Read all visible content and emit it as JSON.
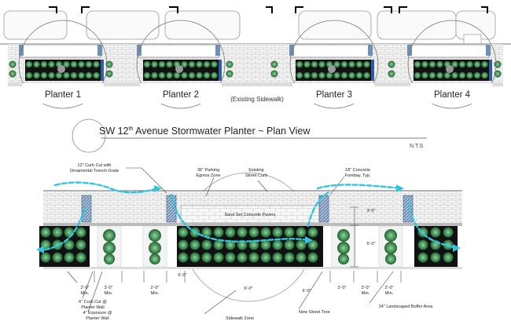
{
  "title": {
    "main": "SW 12",
    "sup": "th",
    "rest": " Avenue Stormwater Planter ~ Plan View"
  },
  "scale_note": "N.T.S",
  "planters": [
    "Planter 1",
    "Planter 2",
    "Planter 3",
    "Planter 4"
  ],
  "existing_sidewalk": "(Existing Sidewalk)",
  "callouts": {
    "curb_cut_trench_line1": "12\" Curb Cut with",
    "curb_cut_trench_line2": "Ornamental Trench Grate",
    "parking_egress_line1": "36\" Parking",
    "parking_egress_line2": "Egress Zone",
    "existing_curb_line1": "Existing",
    "existing_curb_line2": "Street Curb",
    "forebay_line1": "18\" Concrete",
    "forebay_line2": "Forebay, Typ.",
    "pavers": "Sand Set Concrete Pavers",
    "curb_cut_wall_line1": "6\" Curb Cut @",
    "curb_cut_wall_line2": "Planter Wall",
    "exposure_line1": "4\" Exposure @",
    "exposure_line2": "Planter Wall",
    "sidewalk_zone": "Sidewalk Zone",
    "new_tree": "New Street Tree",
    "buffer": "24\" Landscaped Buffer Area"
  },
  "dimensions": {
    "d_2_0_a": "2'-0\"",
    "min_a": "Min.",
    "d_3_0_a": "3'-0\"",
    "min_b": "Min.",
    "d_2_0_b": "2'-0\"",
    "min_c": "Min.",
    "d_6_0_a": "6'-0\"",
    "d_6_0_b": "6'-0\"",
    "d_6_0_c": "6'-0\"",
    "d_2_0_c": "2'-0\"",
    "d_3_0_b": "3'-0\"",
    "min_d": "Min.",
    "d_2_0_d": "2'-0\"",
    "min_e": "Min.",
    "d_3_0_v": "3'-0\"",
    "d_5_0_v": "5'-0\""
  },
  "colors": {
    "plant": "#3d8a4e",
    "plant_light": "#8fd3a2",
    "water": "#33c4e0",
    "soil": "#111111",
    "brick": "#cfcfcf"
  }
}
